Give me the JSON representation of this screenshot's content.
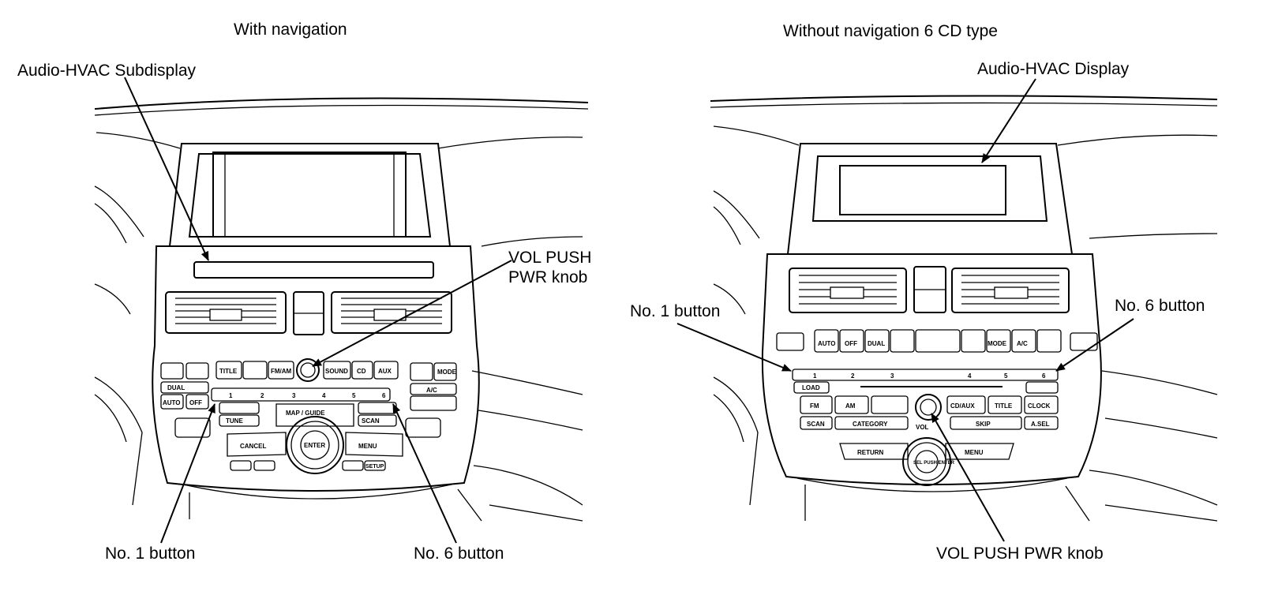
{
  "left_panel": {
    "title": "With navigation",
    "callouts": {
      "subdisplay": "Audio-HVAC Subdisplay",
      "vol_knob_line1": "VOL PUSH",
      "vol_knob_line2": "PWR knob",
      "no1": "No. 1 button",
      "no6": "No. 6 button"
    },
    "buttons": {
      "title": "TITLE",
      "fmam": "FM/AM",
      "sound": "SOUND",
      "cd": "CD",
      "aux": "AUX",
      "dual": "DUAL",
      "auto": "AUTO",
      "off": "OFF",
      "ac": "A/C",
      "mode": "MODE",
      "tune": "TUNE",
      "scan": "SCAN",
      "map_guide": "MAP / GUIDE",
      "enter": "ENTER",
      "cancel": "CANCEL",
      "menu": "MENU",
      "setup": "SETUP",
      "presets": [
        "1",
        "2",
        "3",
        "4",
        "5",
        "6"
      ]
    }
  },
  "right_panel": {
    "title": "Without navigation 6 CD type",
    "callouts": {
      "display": "Audio-HVAC Display",
      "no1": "No. 1 button",
      "no6": "No. 6 button",
      "vol_knob": "VOL PUSH PWR knob"
    },
    "buttons": {
      "auto": "AUTO",
      "off": "OFF",
      "dual": "DUAL",
      "mode": "MODE",
      "ac": "A/C",
      "load": "LOAD",
      "fm": "FM",
      "am": "AM",
      "cdaux": "CD/AUX",
      "title": "TITLE",
      "clock": "CLOCK",
      "scan": "SCAN",
      "category": "CATEGORY",
      "skip": "SKIP",
      "asel": "A.SEL",
      "vol": "VOL",
      "return": "RETURN",
      "menu": "MENU",
      "sel_push_enter": "SEL PUSH ENTER",
      "presets": [
        "1",
        "2",
        "3",
        "4",
        "5",
        "6"
      ]
    }
  }
}
